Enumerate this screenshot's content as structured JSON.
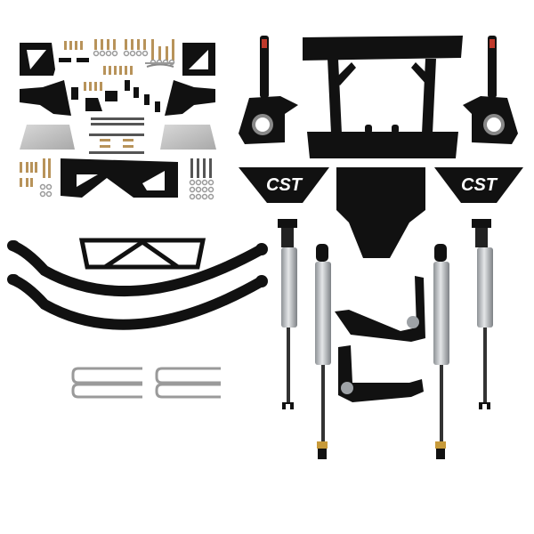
{
  "image": {
    "subject": "Suspension lift kit components",
    "background": "#ffffff"
  },
  "plates": [
    {
      "id": "left",
      "logo_text": "CST"
    },
    {
      "id": "right",
      "logo_text": "CST"
    }
  ],
  "colors": {
    "part_black": "#111111",
    "hardware_silver": "#b8b8b8",
    "hardware_gold": "#b8935a",
    "shock_body": "#c9cccf",
    "skid_silver": "#c4c4c4",
    "accent_red": "#c0392b",
    "boot_yellow": "#c79a3a"
  }
}
